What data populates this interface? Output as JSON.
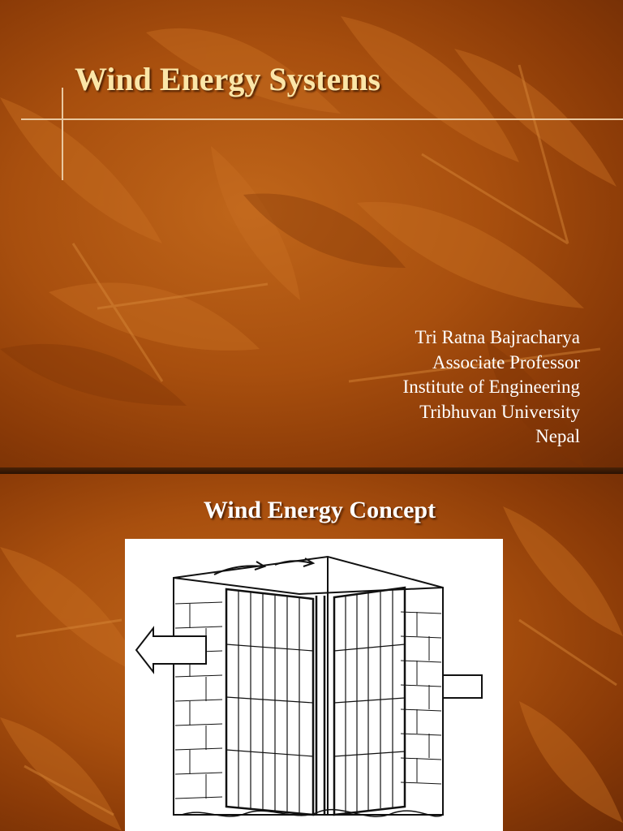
{
  "slides": [
    {
      "title": "Wind Energy Systems",
      "author_lines": [
        "Tri Ratna Bajracharya",
        "Associate Professor",
        "Institute of Engineering",
        "Tribhuvan University",
        "Nepal"
      ]
    },
    {
      "title": "Wind Energy Concept",
      "figure_icon": "vertical-axis-windmill-illustration"
    }
  ],
  "colors": {
    "background": "#a84f0e",
    "title_text": "#fbe6a8",
    "body_text": "#ffffff",
    "divider": "#e9c8a0"
  }
}
